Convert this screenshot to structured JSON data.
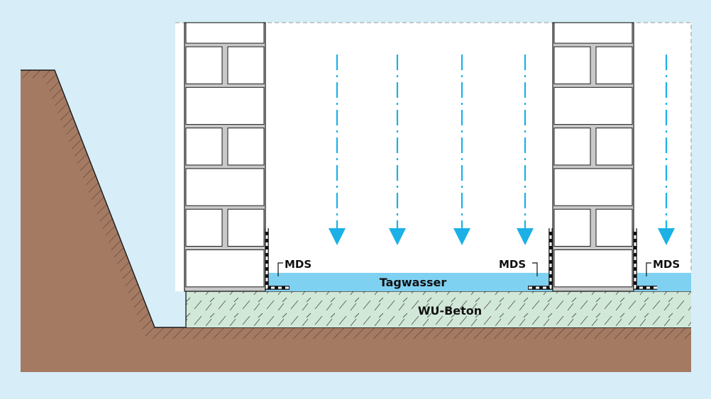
{
  "labels": {
    "mds_left": "MDS",
    "mds_middle": "MDS",
    "mds_right": "MDS",
    "water": "Tagwasser",
    "concrete": "WU-Beton"
  },
  "colors": {
    "background": "#d7eef9",
    "soil": "#a47a63",
    "water": "#7fd1f2",
    "concrete": "#d1e8d9",
    "arrow": "#1bb1e6",
    "wall_grout": "#c9c9c9",
    "brick": "#ffffff",
    "outline": "#1a1a1a"
  },
  "icons": {
    "rain_arrow": "arrow-down-dashdot-icon",
    "hatch": "soil-hatch-pattern",
    "mds_strip": "dashed-membrane-strip"
  }
}
